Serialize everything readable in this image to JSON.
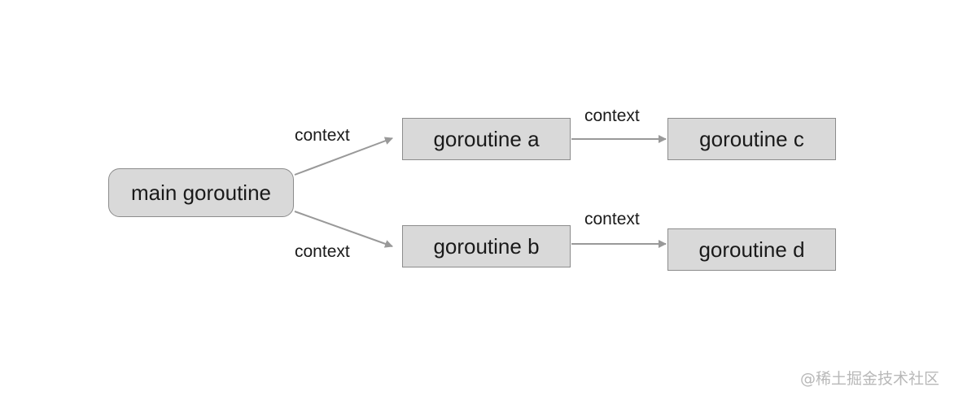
{
  "diagram": {
    "nodes": {
      "main": "main goroutine",
      "a": "goroutine a",
      "b": "goroutine b",
      "c": "goroutine c",
      "d": "goroutine d"
    },
    "edges": [
      {
        "from": "main",
        "to": "a",
        "label": "context"
      },
      {
        "from": "main",
        "to": "b",
        "label": "context"
      },
      {
        "from": "a",
        "to": "c",
        "label": "context"
      },
      {
        "from": "b",
        "to": "d",
        "label": "context"
      }
    ],
    "colors": {
      "node_fill": "#d9d9d9",
      "node_border": "#8c8c8c",
      "edge": "#999999",
      "text": "#1a1a1a",
      "watermark": "#b8b8b8"
    }
  },
  "watermark": "@稀土掘金技术社区"
}
